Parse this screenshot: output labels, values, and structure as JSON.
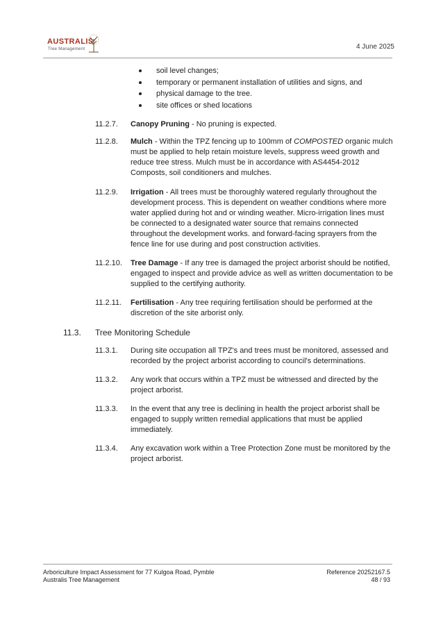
{
  "header": {
    "logo_word": "AUSTRALIS",
    "logo_sub": "Tree Management",
    "date": "4 June 2025"
  },
  "bullets": [
    "soil level changes;",
    "temporary or permanent installation of utilities and signs, and",
    "physical damage to the tree.",
    "site offices or shed locations"
  ],
  "items": [
    {
      "num": "11.2.7.",
      "title": "Canopy Pruning",
      "text": " - No pruning is expected."
    },
    {
      "num": "11.2.8.",
      "title": "Mulch",
      "text_a": " - Within the TPZ fencing up to 100mm of ",
      "emph": "COMPOSTED",
      "text_b": " organic mulch must be applied to help retain moisture levels, suppress weed growth and reduce tree stress. Mulch must be in accordance with AS4454-2012 Composts, soil conditioners and mulches."
    },
    {
      "num": "11.2.9.",
      "title": "Irrigation",
      "text": " - All trees must be thoroughly watered regularly throughout the development process. This is dependent on weather conditions where more water applied during hot and or winding weather. Micro-irrigation lines must be connected to a designated water source that remains connected throughout the development works. and forward-facing sprayers from the fence line for use during and post construction activities."
    },
    {
      "num": "11.2.10.",
      "title": "Tree Damage",
      "text": " - If any tree is damaged the project arborist should be notified, engaged to inspect and provide advice as well as written documentation to be supplied to the certifying authority."
    },
    {
      "num": "11.2.11.",
      "title": "Fertilisation",
      "text": " - Any tree requiring fertilisation should be performed at the discretion of the site arborist only."
    }
  ],
  "section": {
    "num": "11.3.",
    "title": "Tree Monitoring Schedule"
  },
  "monitoring": [
    {
      "num": "11.3.1.",
      "text": "During site occupation all TPZ's and trees must be monitored, assessed and recorded by the project arborist according to council's determinations."
    },
    {
      "num": "11.3.2.",
      "text": "Any work that occurs within a TPZ must be witnessed and directed by the project arborist."
    },
    {
      "num": "11.3.3.",
      "text": "In the event that any tree is declining in health the project arborist shall be engaged to supply written remedial applications that must be applied immediately."
    },
    {
      "num": "11.3.4.",
      "text": "Any excavation work within a Tree Protection Zone must be monitored by the project arborist."
    }
  ],
  "footer": {
    "left_line1": "Arboriculture Impact Assessment for 77 Kulgoa Road, Pymble",
    "left_line2": "Australis Tree Management",
    "right_line1": "Reference 20252167.5",
    "right_line2": "48 / 93"
  },
  "colors": {
    "logo": "#a8321e",
    "rule": "#9a9a9a",
    "text": "#1f1f1f"
  }
}
